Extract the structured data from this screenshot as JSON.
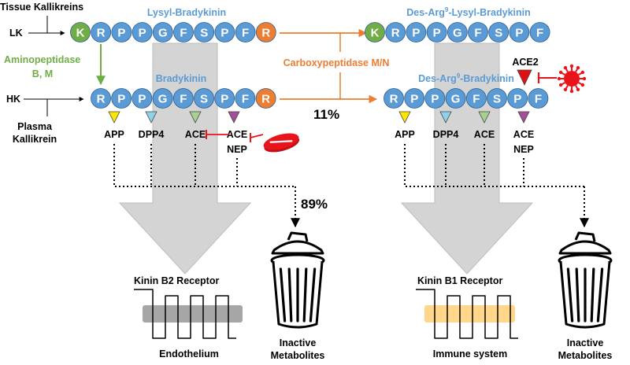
{
  "colors": {
    "residue_blue": "#5b9bd5",
    "residue_green": "#70ad47",
    "residue_orange": "#ed7d31",
    "label_blue": "#5b9bd5",
    "enzyme_green": "#70ad47",
    "enzyme_orange": "#ed7d31",
    "virus_red": "#e8131b",
    "inhibitor_red": "#e8131b",
    "app_yellow": "#ffe600",
    "dpp4_cyan": "#8fd1e8",
    "ace_green": "#a9d18e",
    "ace_purple": "#a64d99",
    "ace2_red": "#e01010",
    "receptor_b2_band": "#a6a6a6",
    "receptor_b1_band": "#ffd68a",
    "arrow_gray": "#cccccc"
  },
  "inputs": {
    "tissue_kallikreins": "Tissue Kallikreins",
    "lk": "LK",
    "hk": "HK",
    "plasma_kallikrein_1": "Plasma",
    "plasma_kallikrein_2": "Kallikrein"
  },
  "enzymes": {
    "aminopeptidase_1": "Aminopeptidase",
    "aminopeptidase_2": "B, M",
    "carboxypeptidase": "Carboxypeptidase M/N"
  },
  "percentages": {
    "b2_route": "89%",
    "b1_route": "11%"
  },
  "peptides": {
    "lysyl_bradykinin": {
      "label": "Lysyl-Bradykinin",
      "residues": [
        "K",
        "R",
        "P",
        "P",
        "G",
        "F",
        "S",
        "P",
        "F",
        "R"
      ]
    },
    "bradykinin": {
      "label": "Bradykinin",
      "residues": [
        "R",
        "P",
        "P",
        "G",
        "F",
        "S",
        "P",
        "F",
        "R"
      ]
    },
    "des_arg9_lysyl_bradykinin": {
      "label_pre": "Des-Arg",
      "label_sup": "9",
      "label_post": "-Lysyl-Bradykinin",
      "residues": [
        "K",
        "R",
        "P",
        "P",
        "G",
        "F",
        "S",
        "P",
        "F"
      ]
    },
    "des_arg9_bradykinin": {
      "label_pre": "Des-Arg",
      "label_sup": "9",
      "label_post": "-Bradykinin",
      "residues": [
        "R",
        "P",
        "P",
        "G",
        "F",
        "S",
        "P",
        "F"
      ]
    }
  },
  "cleavage_left": {
    "app": "APP",
    "dpp4": "DPP4",
    "ace_1": "ACE",
    "ace_2": "ACE",
    "nep": "NEP"
  },
  "cleavage_right": {
    "app": "APP",
    "dpp4": "DPP4",
    "ace_1": "ACE",
    "ace_2": "ACE",
    "nep": "NEP",
    "ace2": "ACE2"
  },
  "receptors": {
    "b2": {
      "label": "Kinin B2 Receptor",
      "location": "Endothelium"
    },
    "b1": {
      "label": "Kinin B1 Receptor",
      "location": "Immune system"
    }
  },
  "metabolites": {
    "left": {
      "line1": "Inactive",
      "line2": "Metabolites"
    },
    "right": {
      "line1": "Inactive",
      "line2": "Metabolites"
    }
  }
}
